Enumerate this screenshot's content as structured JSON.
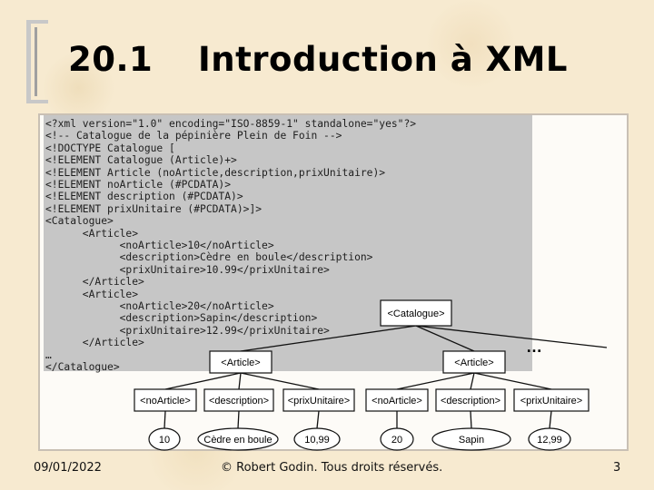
{
  "slide": {
    "section_number": "20.1",
    "title": "Introduction à XML"
  },
  "code_lines": [
    "<?xml version=\"1.0\" encoding=\"ISO-8859-1\" standalone=\"yes\"?>",
    "<!-- Catalogue de la pépinière Plein de Foin -->",
    "<!DOCTYPE Catalogue [",
    "<!ELEMENT Catalogue (Article)+>",
    "<!ELEMENT Article (noArticle,description,prixUnitaire)>",
    "<!ELEMENT noArticle (#PCDATA)>",
    "<!ELEMENT description (#PCDATA)>",
    "<!ELEMENT prixUnitaire (#PCDATA)>]>",
    "<Catalogue>",
    "      <Article>",
    "            <noArticle>10</noArticle>",
    "            <description>Cèdre en boule</description>",
    "            <prixUnitaire>10.99</prixUnitaire>",
    "      </Article>",
    "      <Article>",
    "            <noArticle>20</noArticle>",
    "            <description>Sapin</description>",
    "            <prixUnitaire>12.99</prixUnitaire>",
    "      </Article>",
    "…",
    "</Catalogue>"
  ],
  "tree": {
    "root": "<Catalogue>",
    "ellipsis": "…",
    "articles": [
      {
        "label": "<Article>",
        "children": [
          "<noArticle>",
          "<description>",
          "<prixUnitaire>"
        ],
        "values": [
          "10",
          "Cèdre en boule",
          "10,99"
        ]
      },
      {
        "label": "<Article>",
        "children": [
          "<noArticle>",
          "<description>",
          "<prixUnitaire>"
        ],
        "values": [
          "20",
          "Sapin",
          "12,99"
        ]
      }
    ]
  },
  "footer": {
    "date": "09/01/2022",
    "copyright": "© Robert Godin. Tous droits réservés.",
    "page_number": "3"
  },
  "colors": {
    "background": "#f7ead0",
    "code_background": "#c6c6c6",
    "frame_border": "#c9c0b4"
  }
}
